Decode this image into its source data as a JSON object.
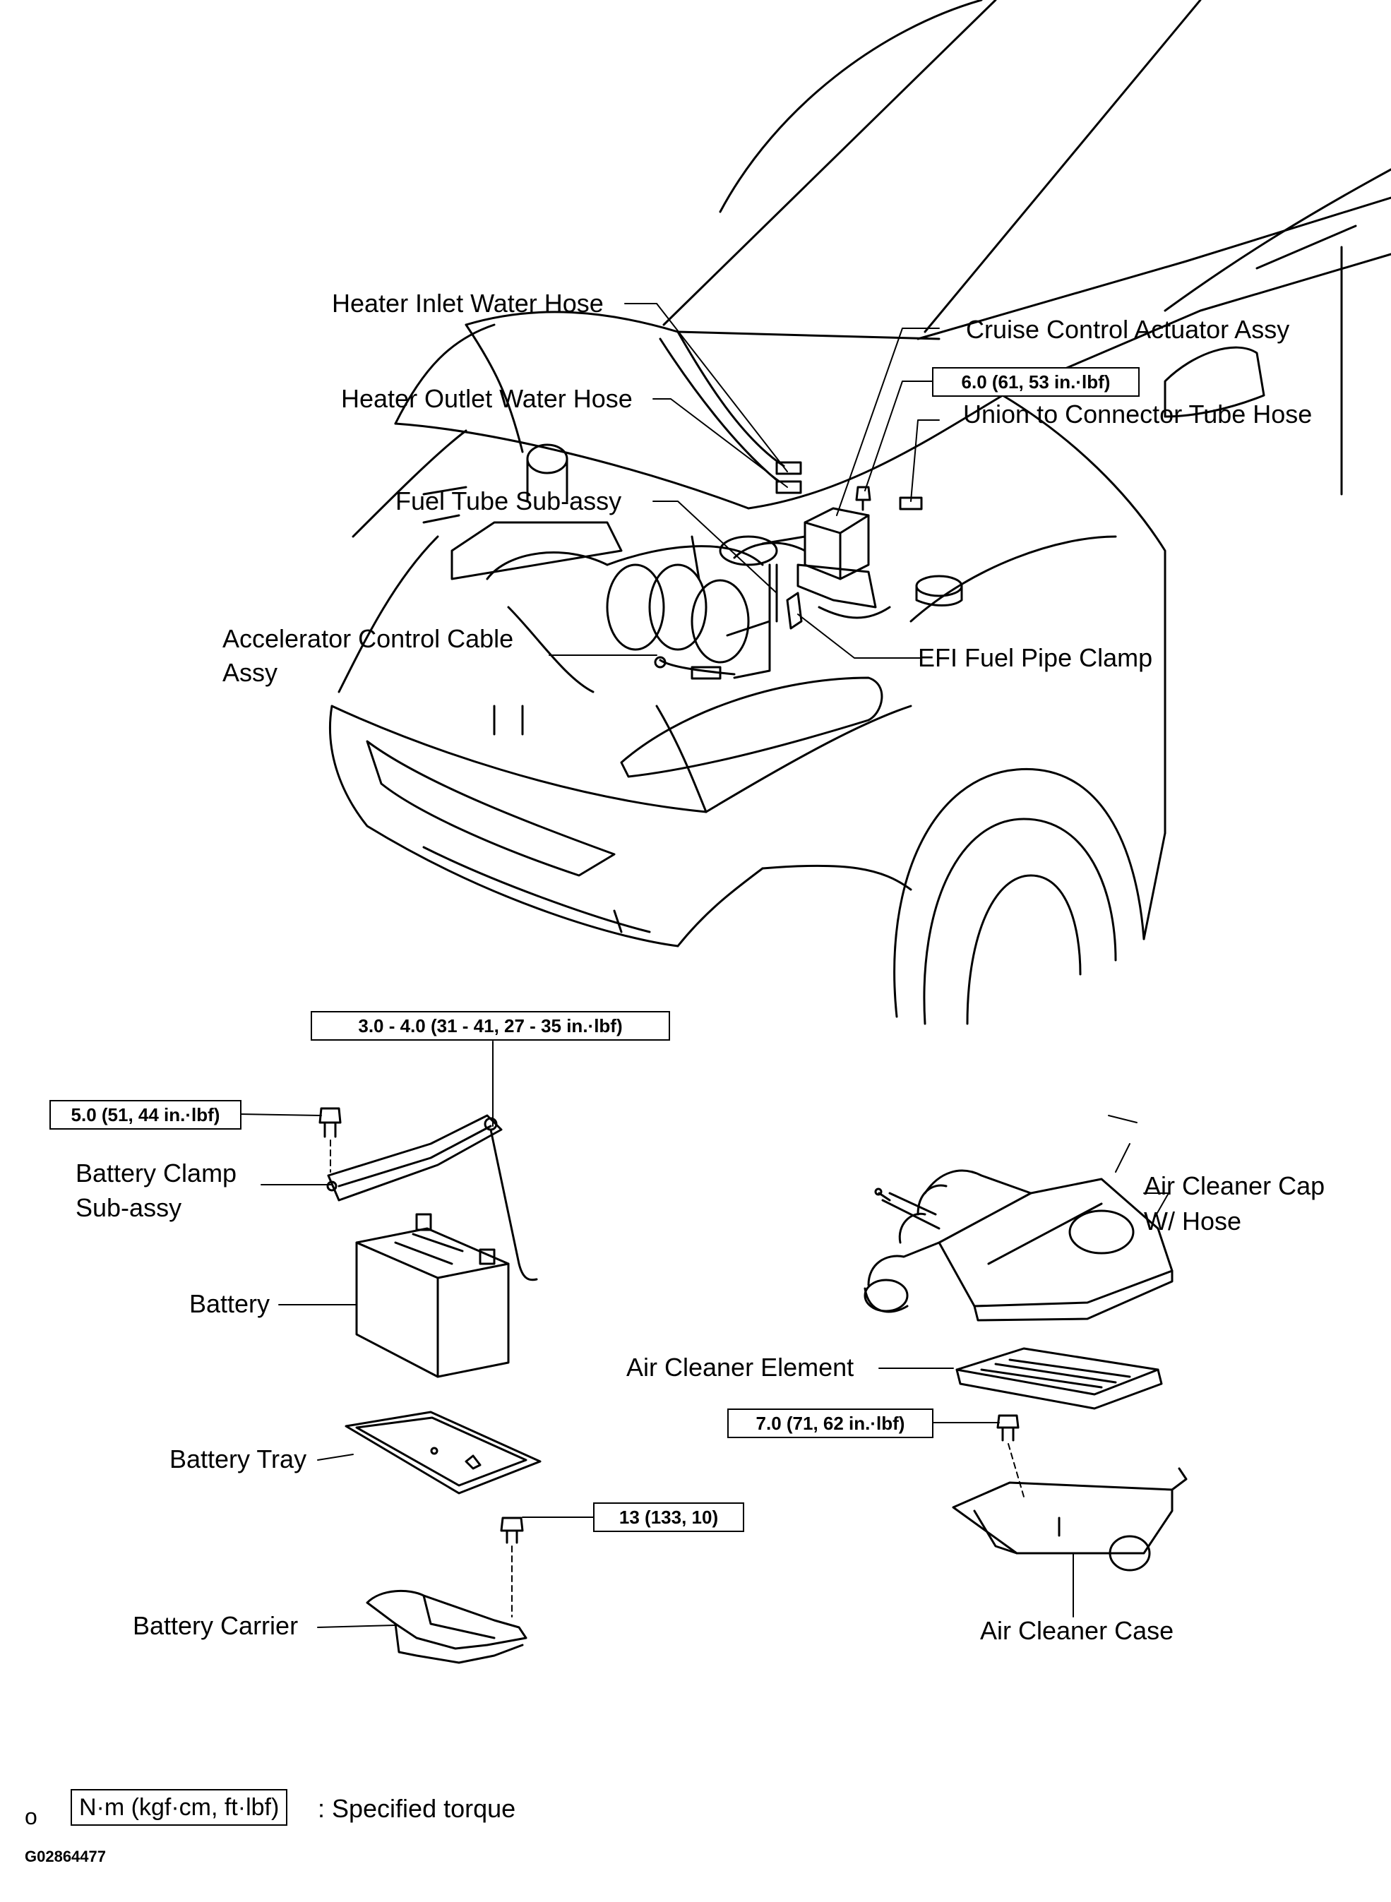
{
  "labels": {
    "heater_inlet": "Heater Inlet Water Hose",
    "heater_outlet": "Heater Outlet Water Hose",
    "fuel_tube": "Fuel Tube  Sub-assy",
    "accel_cable_1": "Accelerator Control Cable",
    "accel_cable_2": "Assy",
    "cruise": "Cruise Control Actuator Assy",
    "union": "Union to Connector Tube Hose",
    "efi_clamp": "EFI Fuel Pipe Clamp",
    "battery_clamp_1": "Battery Clamp",
    "battery_clamp_2": "Sub-assy",
    "battery": "Battery",
    "battery_tray": "Battery Tray",
    "battery_carrier": "Battery Carrier",
    "air_cap_1": "Air Cleaner Cap",
    "air_cap_2": "W/ Hose",
    "air_element": "Air Cleaner Element",
    "air_case": "Air Cleaner Case"
  },
  "torques": {
    "cruise_bolt": "6.0 (61, 53 in.·lbf)",
    "clamp_rod": "3.0 - 4.0 (31 - 41, 27 - 35 in.·lbf)",
    "clamp_bolt": "5.0 (51, 44 in.·lbf)",
    "carrier_bolt": "13 (133, 10)",
    "air_case_bolt": "7.0 (71, 62 in.·lbf)"
  },
  "legend": {
    "unit": "N·m (kgf·cm, ft·lbf)",
    "text": ": Specified torque",
    "prefix": "o"
  },
  "figure_code": "G02864477"
}
